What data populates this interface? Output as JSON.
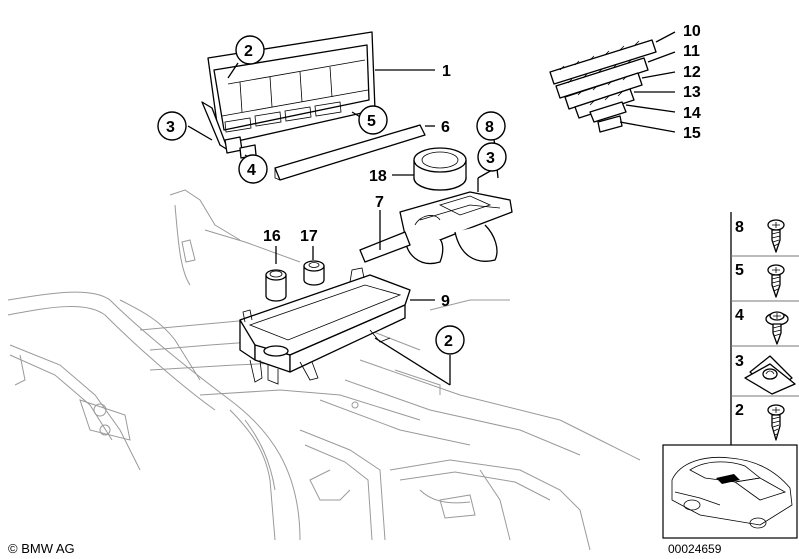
{
  "callouts": {
    "c1": "1",
    "c2a": "2",
    "c3a": "3",
    "c4": "4",
    "c5": "5",
    "c6": "6",
    "c7": "7",
    "c8": "8",
    "c3b": "3",
    "c18": "18",
    "c16": "16",
    "c17": "17",
    "c9": "9",
    "c2b": "2",
    "c10": "10",
    "c11": "11",
    "c12": "12",
    "c13": "13",
    "c14": "14",
    "c15": "15"
  },
  "legend": {
    "l8": "8",
    "l5": "5",
    "l4": "4",
    "l3": "3",
    "l2": "2"
  },
  "footer": {
    "copyright": "© BMW AG",
    "diagram_code": "00024659"
  }
}
